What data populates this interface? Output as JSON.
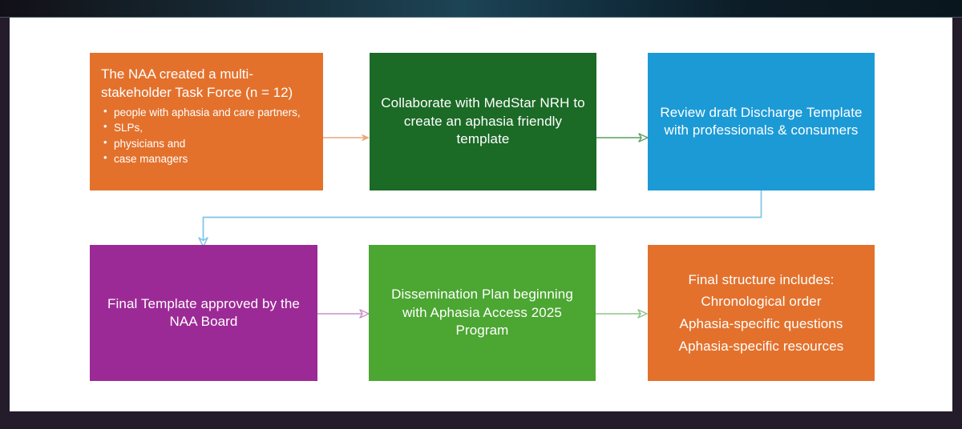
{
  "slide": {
    "background_color": "#ffffff",
    "frame_color": "#241c2b"
  },
  "diagram": {
    "type": "flowchart",
    "title": "",
    "nodes": [
      {
        "id": "taskforce",
        "heading": "The NAA created a multi-stakeholder Task Force (n = 12)",
        "bullets": [
          "people with aphasia and care partners,",
          "SLPs,",
          "physicians and",
          "case managers"
        ],
        "color": "#E3712C",
        "text_color": "#ffffff"
      },
      {
        "id": "collaborate",
        "text": "Collaborate with MedStar NRH to create an aphasia friendly template",
        "color": "#1B6A26",
        "text_color": "#ffffff"
      },
      {
        "id": "review",
        "text": "Review draft Discharge Template with professionals & consumers",
        "color": "#1C9AD6",
        "text_color": "#ffffff"
      },
      {
        "id": "approved",
        "text": "Final Template approved by the NAA Board",
        "color": "#9C2A96",
        "text_color": "#ffffff"
      },
      {
        "id": "dissemination",
        "text": "Dissemination Plan beginning with Aphasia Access 2025 Program",
        "color": "#4CA632",
        "text_color": "#ffffff"
      },
      {
        "id": "final",
        "text": "Final structure includes:\nChronological order\nAphasia-specific questions\nAphasia-specific resources",
        "color": "#E3712C",
        "text_color": "#ffffff"
      }
    ],
    "connectors": [
      {
        "id": "taskforce-to-collaborate",
        "from": "taskforce",
        "to": "collaborate",
        "style": "straight-arrow",
        "color": "#E8A87C"
      },
      {
        "id": "collaborate-to-review",
        "from": "collaborate",
        "to": "review",
        "style": "straight-arrow",
        "color": "#5A9E63"
      },
      {
        "id": "review-to-approved",
        "from": "review",
        "to": "approved",
        "style": "elbow-arrow",
        "color": "#7FC5E8"
      },
      {
        "id": "approved-to-dissemination",
        "from": "approved",
        "to": "dissemination",
        "style": "straight-arrow",
        "color": "#C98FC6"
      },
      {
        "id": "dissemination-to-final",
        "from": "dissemination",
        "to": "final",
        "style": "straight-arrow",
        "color": "#8DC48A"
      }
    ]
  }
}
